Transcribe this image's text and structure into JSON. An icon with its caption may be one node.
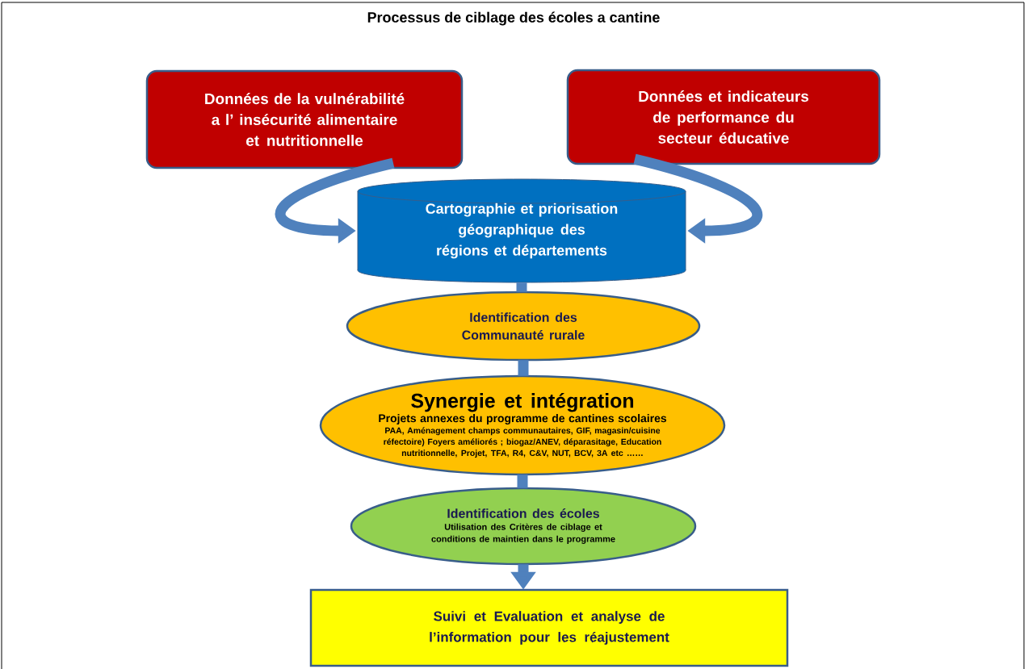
{
  "diagram": {
    "title": "Processus de ciblage des écoles a cantine",
    "nodes": [
      {
        "text": [
          "Données de la vulnérabilité a l’ insécurité alimentaire et nutritionnelle"
        ]
      },
      {
        "text": [
          "Données et indicateurs de performance  du secteur éducative"
        ]
      },
      {
        "text": [
          "Cartographie et priorisation géographique des régions et départements"
        ]
      },
      {
        "text": [
          "Identification des Communauté rurale"
        ]
      },
      {
        "text": [
          "Synergie et intégration",
          "Projets annexes du programme de cantines scolaires",
          "PAA, Aménagement champs communautaires, GIF, magasin/cuisine réfectoire) Foyers améliorés ; biogaz/ANEV, déparasitage, Education nutritionnelle, Projet, TFA, R4, C&V, NUT, BCV, 3A etc ……"
        ]
      },
      {
        "text": [
          "Identification des écoles",
          "Utilisation des Critères de ciblage  et conditions de maintien dans le programme"
        ]
      },
      {
        "text": [
          "Suivi et  Evaluation  et  analyse de l’information pour  les réajustement"
        ]
      }
    ],
    "edges": [
      {
        "from": 0,
        "to": 2,
        "arrow": "to"
      },
      {
        "from": 1,
        "to": 2,
        "arrow": "to"
      },
      {
        "from": 2,
        "to": 3,
        "arrow": "none"
      },
      {
        "from": 3,
        "to": 4,
        "arrow": "none"
      },
      {
        "from": 4,
        "to": 5,
        "arrow": "none"
      },
      {
        "from": 5,
        "to": 6,
        "arrow": "to"
      }
    ]
  }
}
